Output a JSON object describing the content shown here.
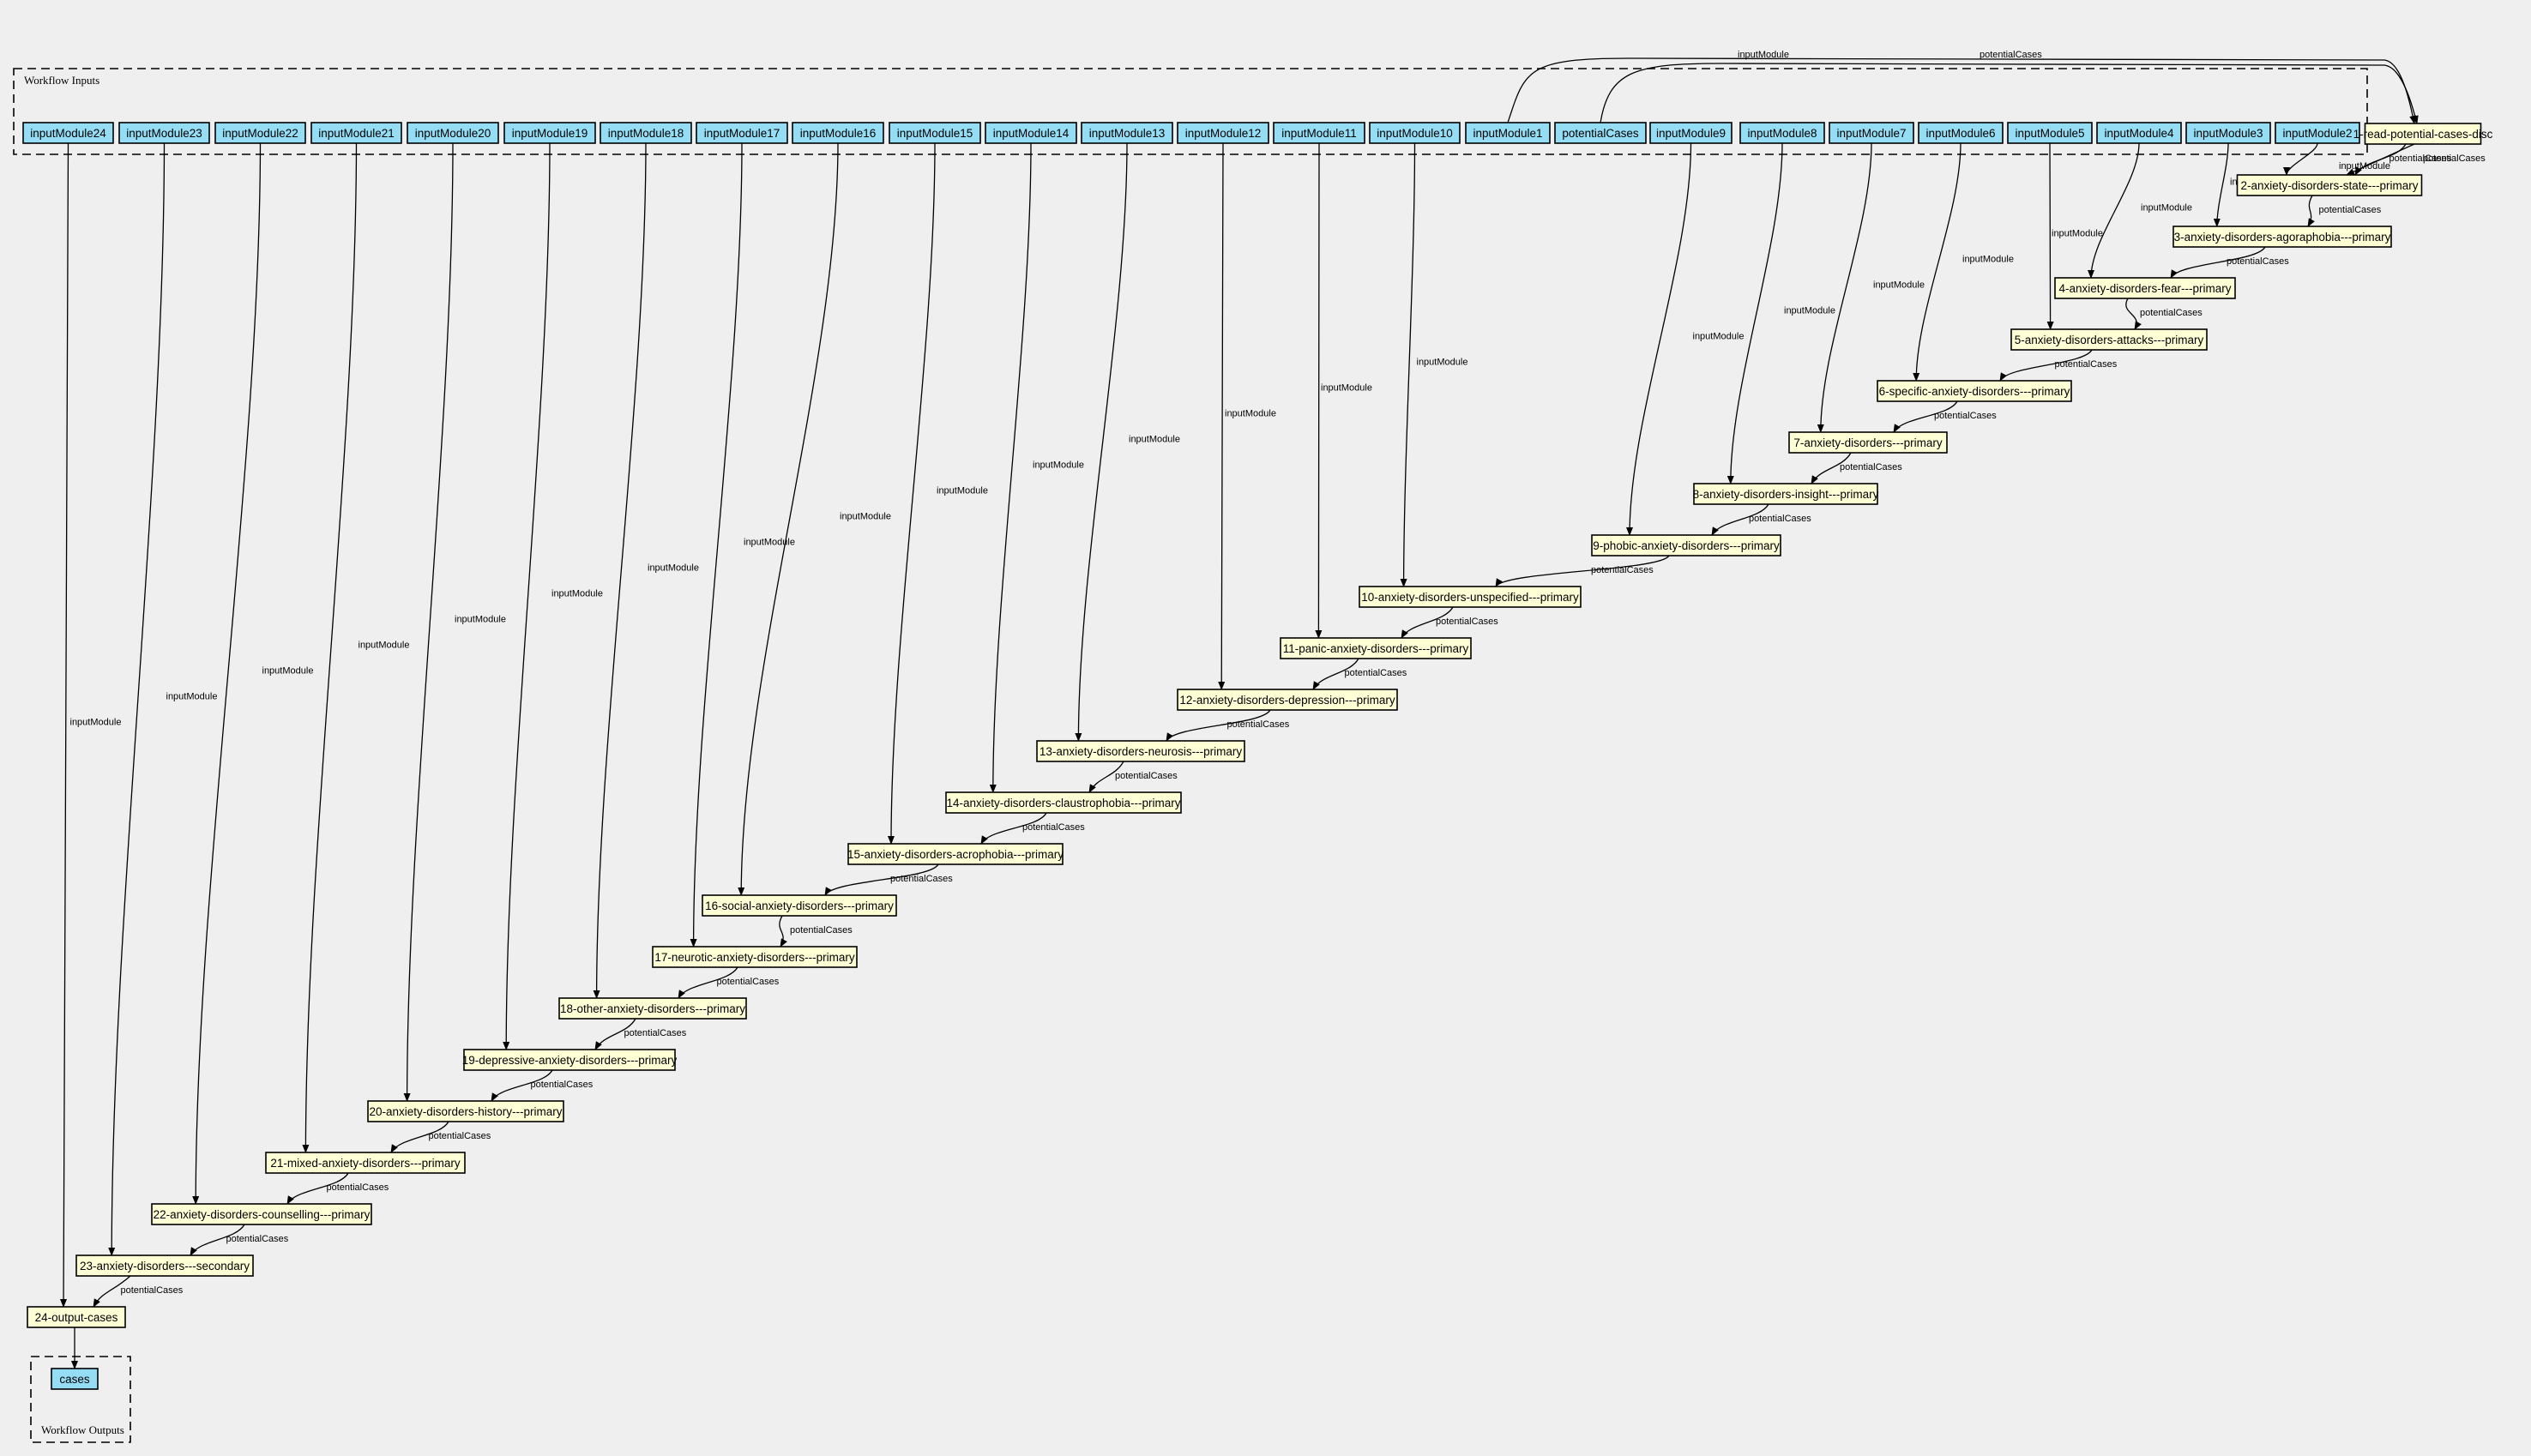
{
  "inputs_cluster": {
    "title": "Workflow Inputs"
  },
  "outputs_cluster": {
    "title": "Workflow Outputs"
  },
  "inputs": [
    "inputModule24",
    "inputModule23",
    "inputModule22",
    "inputModule21",
    "inputModule20",
    "inputModule19",
    "inputModule18",
    "inputModule17",
    "inputModule16",
    "inputModule15",
    "inputModule14",
    "inputModule13",
    "inputModule12",
    "inputModule11",
    "inputModule10",
    "inputModule1",
    "potentialCases",
    "inputModule9",
    "inputModule8",
    "inputModule7",
    "inputModule6",
    "inputModule5",
    "inputModule4",
    "inputModule3",
    "inputModule2"
  ],
  "steps": [
    "1-read-potential-cases-disc",
    "2-anxiety-disorders-state---primary",
    "3-anxiety-disorders-agoraphobia---primary",
    "4-anxiety-disorders-fear---primary",
    "5-anxiety-disorders-attacks---primary",
    "6-specific-anxiety-disorders---primary",
    "7-anxiety-disorders---primary",
    "8-anxiety-disorders-insight---primary",
    "9-phobic-anxiety-disorders---primary",
    "10-anxiety-disorders-unspecified---primary",
    "11-panic-anxiety-disorders---primary",
    "12-anxiety-disorders-depression---primary",
    "13-anxiety-disorders-neurosis---primary",
    "14-anxiety-disorders-claustrophobia---primary",
    "15-anxiety-disorders-acrophobia---primary",
    "16-social-anxiety-disorders---primary",
    "17-neurotic-anxiety-disorders---primary",
    "18-other-anxiety-disorders---primary",
    "19-depressive-anxiety-disorders---primary",
    "20-anxiety-disorders-history---primary",
    "21-mixed-anxiety-disorders---primary",
    "22-anxiety-disorders-counselling---primary",
    "23-anxiety-disorders---secondary",
    "24-output-cases"
  ],
  "outputs": [
    "cases"
  ],
  "edge_labels": {
    "input_module": "inputModule",
    "potential_cases": "potentialCases"
  }
}
